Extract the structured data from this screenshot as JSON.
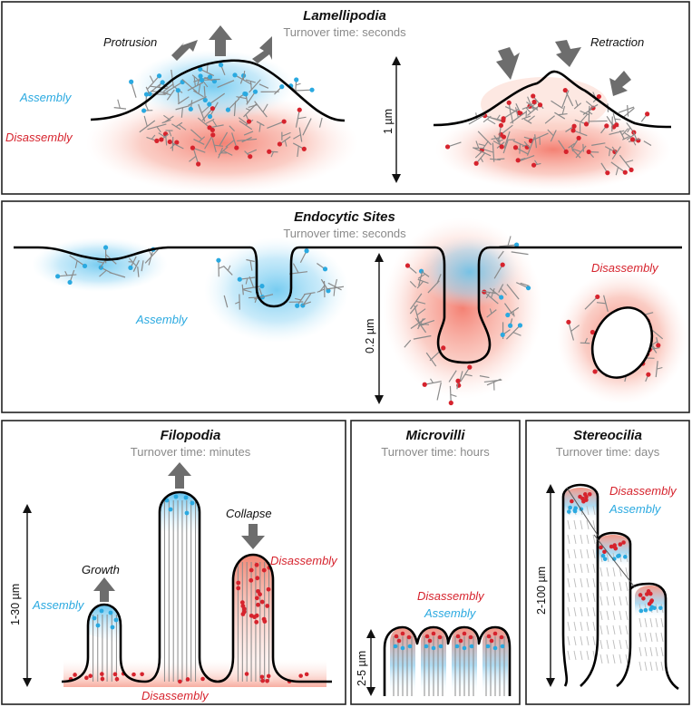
{
  "lamellipodia": {
    "title": "Lamellipodia",
    "turnover": "Turnover time: seconds",
    "protrusion": "Protrusion",
    "retraction": "Retraction",
    "assembly": "Assembly",
    "disassembly": "Disassembly",
    "scale": "1 µm"
  },
  "endocytic": {
    "title": "Endocytic Sites",
    "turnover": "Turnover time: seconds",
    "assembly": "Assembly",
    "disassembly": "Disassembly",
    "scale": "0.2 µm"
  },
  "filopodia": {
    "title": "Filopodia",
    "turnover": "Turnover time: minutes",
    "growth": "Growth",
    "collapse": "Collapse",
    "assembly": "Assembly",
    "disassembly_right": "Disassembly",
    "disassembly_bottom": "Disassembly",
    "scale": "1-30 µm"
  },
  "microvilli": {
    "title": "Microvilli",
    "turnover": "Turnover time: hours",
    "disassembly": "Disassembly",
    "assembly": "Assembly",
    "scale": "2-5 µm"
  },
  "stereocilia": {
    "title": "Stereocilia",
    "turnover": "Turnover time: days",
    "disassembly": "Disassembly",
    "assembly": "Assembly",
    "scale": "2-100 µm"
  },
  "colors": {
    "assembly": "#2aa9e0",
    "disassembly": "#d6232d",
    "filament": "#8a8a8a",
    "arrow": "#6d6d6d"
  }
}
